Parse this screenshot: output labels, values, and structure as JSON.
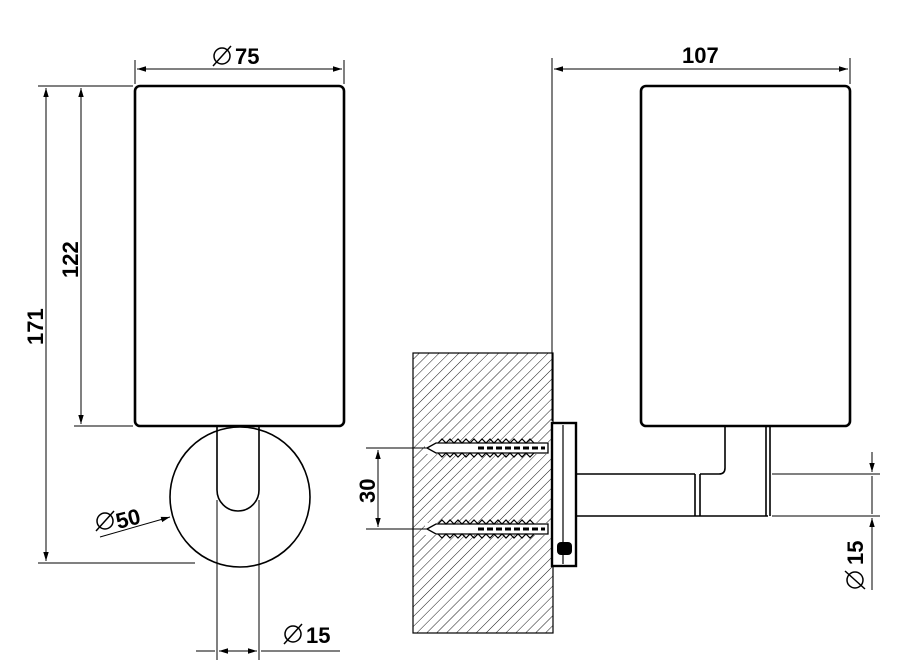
{
  "dimensions": {
    "front_width": "75",
    "front_total_height": "171",
    "front_cup_height": "122",
    "front_flange_diameter": "50",
    "front_arm_diameter": "15",
    "side_projection": "107",
    "side_screw_spacing": "30",
    "side_arm_diameter": "15"
  },
  "symbols": {
    "diameter": "⌀"
  }
}
